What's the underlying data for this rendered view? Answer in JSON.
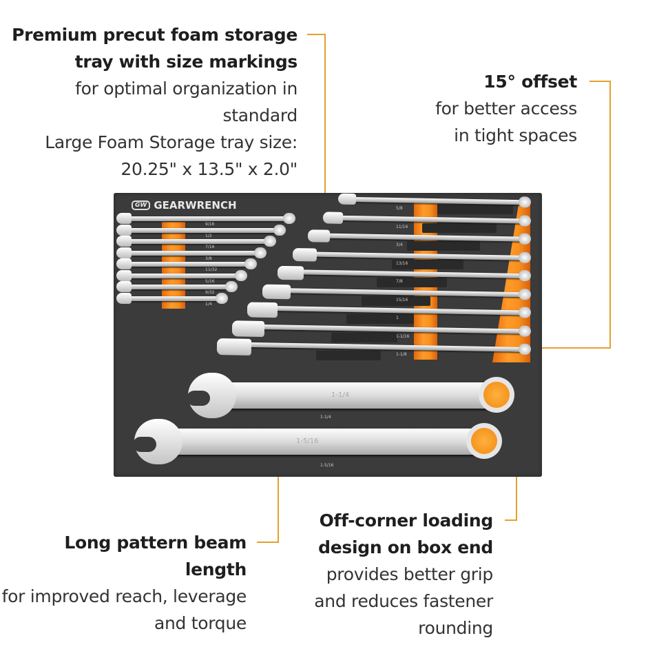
{
  "callouts": {
    "tray": {
      "heading": [
        "Premium precut foam storage",
        "tray with size markings"
      ],
      "body": [
        "for optimal organization in standard",
        "Large Foam Storage tray size:",
        "20.25\" x 13.5\" x 2.0\""
      ]
    },
    "offset": {
      "heading": [
        "15° offset"
      ],
      "body": [
        "for better access",
        "in tight spaces"
      ]
    },
    "beam": {
      "heading": [
        "Long pattern beam length"
      ],
      "body": [
        "for improved reach, leverage",
        "and torque"
      ]
    },
    "box_end": {
      "heading": [
        "Off-corner loading",
        "design on box end"
      ],
      "body": [
        "provides better grip",
        "and reduces fastener",
        "rounding"
      ]
    }
  },
  "tray": {
    "brand": "GEARWRENCH",
    "logo": "GW",
    "left_sizes": [
      "9/16",
      "1/2",
      "7/16",
      "3/8",
      "11/32",
      "5/16",
      "9/32",
      "1/4"
    ],
    "right_sizes": [
      "5/8",
      "11/16",
      "3/4",
      "13/16",
      "7/8",
      "15/16",
      "1",
      "1-1/16",
      "1-1/8"
    ],
    "large_sizes": [
      "1-1/4",
      "1-5/16"
    ]
  },
  "colors": {
    "accent": "#e3a02c",
    "foam": "#3b3b3b",
    "foam_highlight": "#f7901e"
  }
}
